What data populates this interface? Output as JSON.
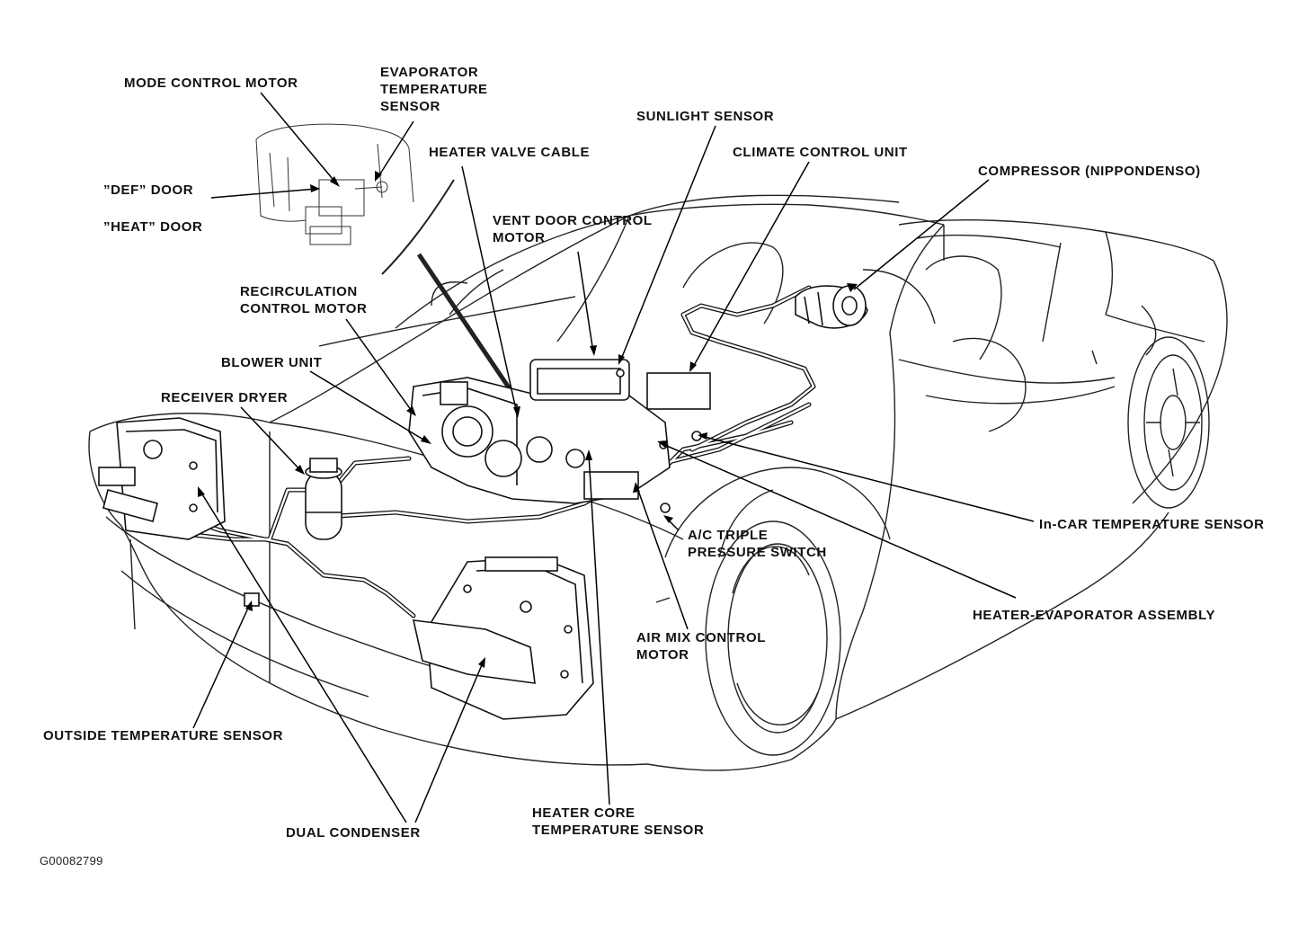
{
  "labels": {
    "mode_control_motor": "MODE CONTROL MOTOR",
    "evaporator_temperature_sensor": "EVAPORATOR\nTEMPERATURE\nSENSOR",
    "def_door": "”DEF” DOOR",
    "heat_door": "”HEAT” DOOR",
    "heater_valve_cable": "HEATER VALVE CABLE",
    "sunlight_sensor": "SUNLIGHT SENSOR",
    "climate_control_unit": "CLIMATE CONTROL UNIT",
    "compressor": "COMPRESSOR (NIPPONDENSO)",
    "vent_door_control_motor": "VENT DOOR CONTROL\nMOTOR",
    "recirculation_control_motor": "RECIRCULATION\nCONTROL MOTOR",
    "blower_unit": "BLOWER UNIT",
    "receiver_dryer": "RECEIVER DRYER",
    "in_car_temperature_sensor": "In-CAR TEMPERATURE SENSOR",
    "ac_triple_pressure_switch": "A/C TRIPLE\nPRESSURE SWITCH",
    "heater_evaporator_assembly": "HEATER-EVAPORATOR ASSEMBLY",
    "air_mix_control_motor": "AIR MIX CONTROL\nMOTOR",
    "outside_temperature_sensor": "OUTSIDE TEMPERATURE SENSOR",
    "dual_condenser": "DUAL CONDENSER",
    "heater_core_temperature_sensor": "HEATER CORE\nTEMPERATURE SENSOR"
  },
  "figure_id": "G00082799"
}
